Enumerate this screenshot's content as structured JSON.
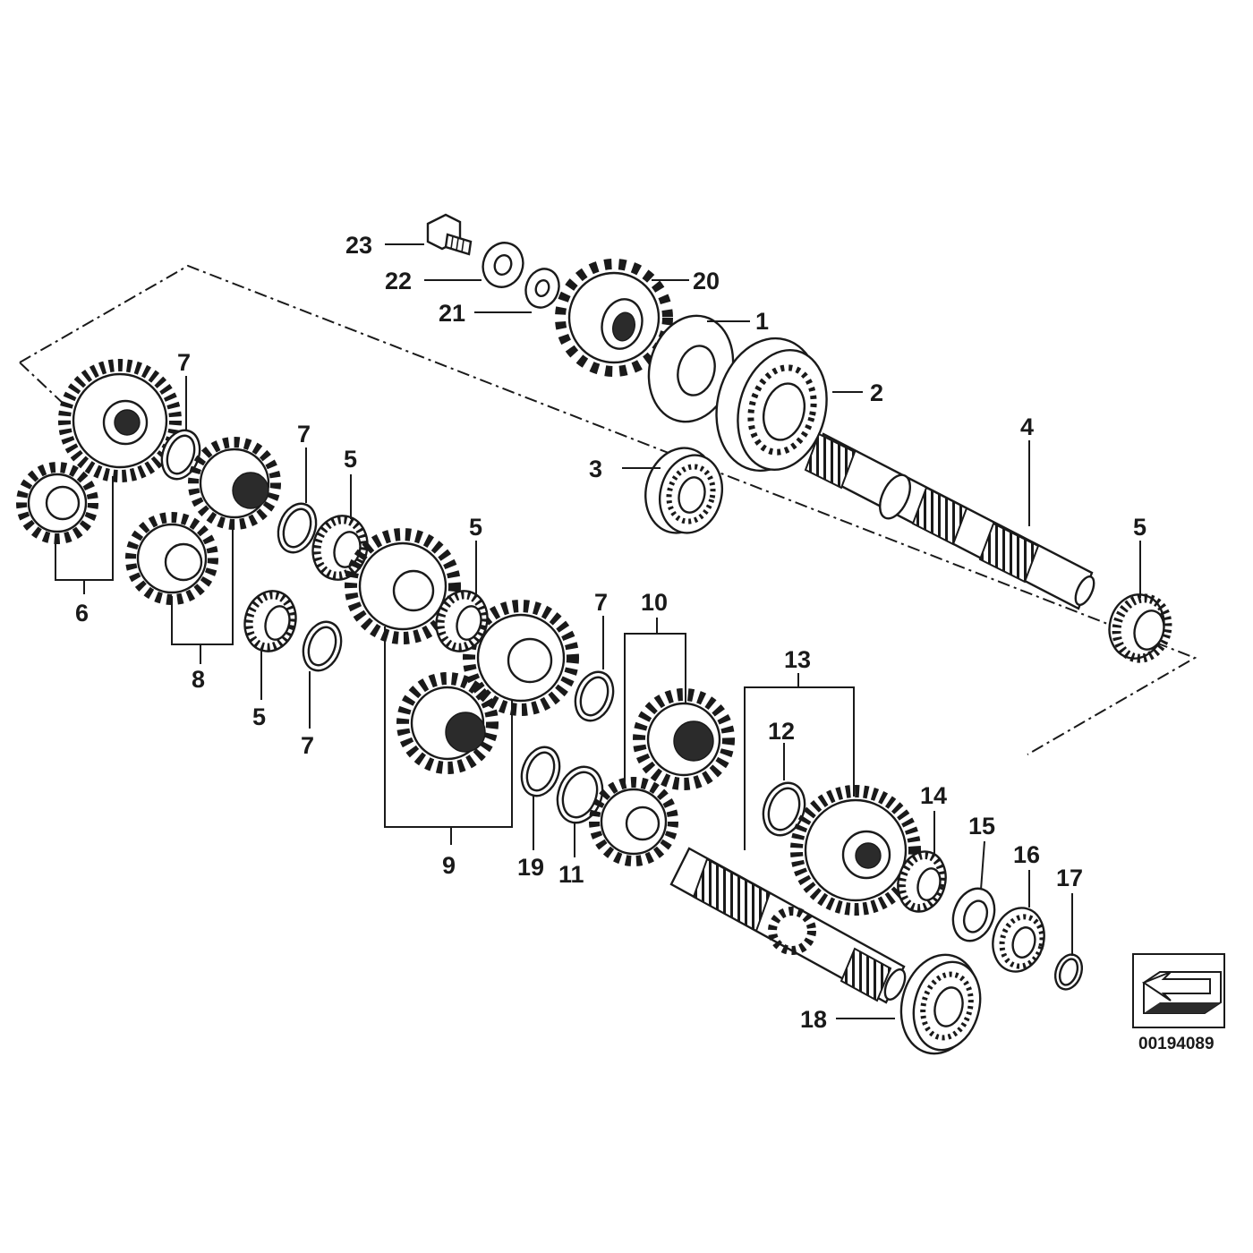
{
  "diagram": {
    "image_number": "00194089",
    "callouts": [
      {
        "id": "c1",
        "text": "1"
      },
      {
        "id": "c2",
        "text": "2"
      },
      {
        "id": "c3",
        "text": "3"
      },
      {
        "id": "c4",
        "text": "4"
      },
      {
        "id": "c5a",
        "text": "5"
      },
      {
        "id": "c5b",
        "text": "5"
      },
      {
        "id": "c5c",
        "text": "5"
      },
      {
        "id": "c5d",
        "text": "5"
      },
      {
        "id": "c6",
        "text": "6"
      },
      {
        "id": "c7a",
        "text": "7"
      },
      {
        "id": "c7b",
        "text": "7"
      },
      {
        "id": "c7c",
        "text": "7"
      },
      {
        "id": "c7d",
        "text": "7"
      },
      {
        "id": "c8",
        "text": "8"
      },
      {
        "id": "c9",
        "text": "9"
      },
      {
        "id": "c10",
        "text": "10"
      },
      {
        "id": "c11",
        "text": "11"
      },
      {
        "id": "c12",
        "text": "12"
      },
      {
        "id": "c13",
        "text": "13"
      },
      {
        "id": "c14",
        "text": "14"
      },
      {
        "id": "c15",
        "text": "15"
      },
      {
        "id": "c16",
        "text": "16"
      },
      {
        "id": "c17",
        "text": "17"
      },
      {
        "id": "c18",
        "text": "18"
      },
      {
        "id": "c19",
        "text": "19"
      },
      {
        "id": "c20",
        "text": "20"
      },
      {
        "id": "c21",
        "text": "21"
      },
      {
        "id": "c22",
        "text": "22"
      },
      {
        "id": "c23",
        "text": "23"
      }
    ]
  }
}
